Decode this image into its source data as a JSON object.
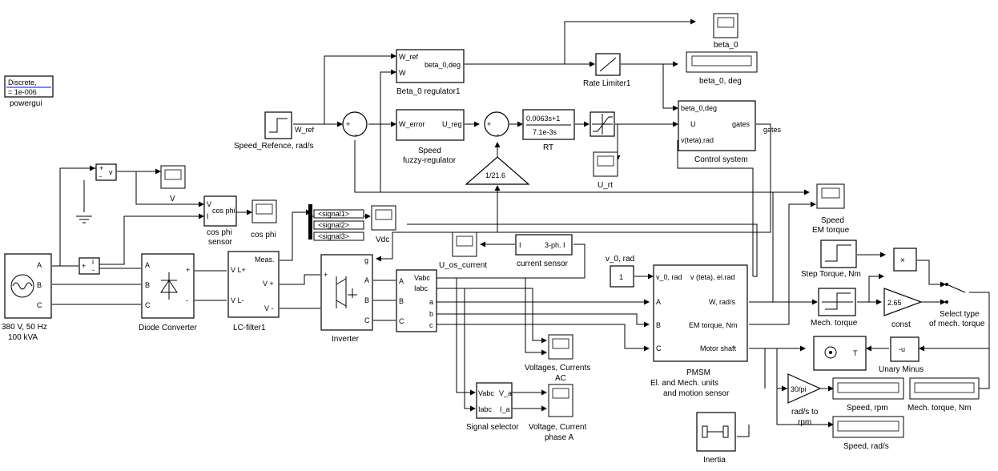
{
  "powergui": {
    "line1": "Discrete,",
    "line2": "= 1e-006",
    "label": "powergui"
  },
  "blocks": {
    "speed_ref": "Speed_Refence, rad/s",
    "w_ref_sig": "W_ref",
    "beta_reg": {
      "in1": "W_ref",
      "in2": "W",
      "out": "beta_0,deg",
      "label": "Beta_0 regulator1"
    },
    "rate_limiter": "Rate Limiter1",
    "beta0_scope": "beta_0",
    "beta0_deg": "beta_0, deg",
    "fuzzy": {
      "in": "W_error",
      "out": "U_reg",
      "label1": "Speed",
      "label2": "fuzzy-regulator"
    },
    "rt": {
      "num": "0.0063s+1",
      "den": "7.1e-3s",
      "label": "RT"
    },
    "gain_216": "1/21.6",
    "u_rt": "U_rt",
    "control": {
      "in1": "beta_0,deg",
      "in2": "U",
      "in3": "v(teta),rad",
      "out": "gates",
      "label": "Control system"
    },
    "gates_sig": "gates",
    "speed_scope": "Speed",
    "em_torque_scope": "EM torque",
    "vmeas": "v",
    "vscope": "V",
    "cosphi": {
      "in1": "V",
      "in2": "I",
      "out": "cos phi",
      "label1": "cos phi",
      "label2": "sensor"
    },
    "cosphi_scope": "cos phi",
    "signals": [
      "<signal1>",
      "<signal2>",
      "<signal3>"
    ],
    "vdc": "Vdc",
    "u_os": "U_os_current",
    "cur_sensor": {
      "in": "I",
      "out": "3-ph. I",
      "label": "current sensor"
    },
    "v0rad": "v_0, rad",
    "const1": "1",
    "pmsm": {
      "in1": "v_0, rad",
      "inA": "A",
      "inB": "B",
      "inC": "C",
      "out1": "v (teta), el.rad",
      "out2": "W, rad/s",
      "out3": "EM torque, Nm",
      "out4": "Motor shaft",
      "label1": "PMSM",
      "label2": "El. and Mech. units",
      "label3": "and motion sensor"
    },
    "step_torque": "Step Torque, Nm",
    "mult": "×",
    "gain265": "2.65",
    "const_label": "const",
    "select": {
      "l1": "Select type",
      "l2": "of mech. torque"
    },
    "mech_torque": "Mech. torque",
    "unary": {
      "text": "-u",
      "label": "Unary Minus"
    },
    "torque_src": "T",
    "source": {
      "l1": "380 V, 50 Hz",
      "l2": "100 kVA",
      "pA": "A",
      "pB": "B",
      "pC": "C"
    },
    "imeas": "i",
    "diode": {
      "pA": "A",
      "pB": "B",
      "pC": "C",
      "plus": "+",
      "minus": "-",
      "label": "Diode Converter"
    },
    "lc": {
      "in1": "V L+",
      "in2": "V L-",
      "o1": "Meas.",
      "o2": "V +",
      "o3": "V -",
      "label": "LC-filter1"
    },
    "inverter": {
      "g": "g",
      "pA": "A",
      "pB": "B",
      "pC": "C",
      "label": "Inverter"
    },
    "vimeas": {
      "o1": "Vabc",
      "o2": "Iabc",
      "a": "a",
      "b": "b",
      "c": "c",
      "pA": "A",
      "pB": "B",
      "pC": "C"
    },
    "vc_ac": {
      "l1": "Voltages, Currents",
      "l2": "AC"
    },
    "sigsel": {
      "in1": "Vabc",
      "in2": "Iabc",
      "o1": "V_a",
      "o2": "I_a",
      "label": "Signal selector"
    },
    "vc_phase": {
      "l1": "Voltage, Current",
      "l2": "phase A"
    },
    "gain30pi": {
      "text": "30/pi",
      "l1": "rad/s to",
      "l2": "rpm"
    },
    "speed_rpm": "Speed, rpm",
    "mech_torque_nm": "Mech. torque, Nm",
    "speed_rads": "Speed, rad/s",
    "inertia": "Inertia"
  }
}
